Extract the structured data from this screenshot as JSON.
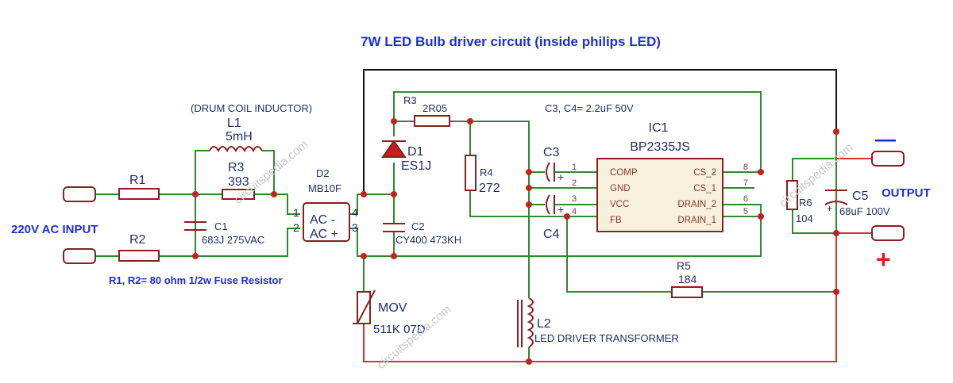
{
  "title": "7W LED Bulb driver circuit (inside philips LED)",
  "labels": {
    "input": "220V AC INPUT",
    "output": "OUTPUT",
    "fuse_note": "R1, R2= 80 ohm 1/2w Fuse Resistor",
    "cap_note": "C3, C4= 2.2uF 50V",
    "drum_note": "(DRUM COIL INDUCTOR)",
    "minus_sign": "—",
    "plus_sign": "+"
  },
  "components": {
    "R1": "R1",
    "R2": "R2",
    "L1": {
      "ref": "L1",
      "value": "5mH"
    },
    "R3a": {
      "ref": "R3",
      "value": "393"
    },
    "C1": {
      "ref": "C1",
      "value": "683J 275VAC"
    },
    "D2": {
      "ref": "D2",
      "value": "MB10F",
      "pin1": "1",
      "pin2": "2",
      "pin3": "3",
      "pin4": "4",
      "ac_minus": "AC  -",
      "ac_plus": "AC +"
    },
    "R3b": {
      "ref": "R3",
      "value": "2R05"
    },
    "D1": {
      "ref": "D1",
      "value": "ES1J"
    },
    "C2": {
      "ref": "C2",
      "value": "CY400 473KH"
    },
    "R4": {
      "ref": "R4",
      "value": "272"
    },
    "C3": {
      "ref": "C3",
      "plus": "+"
    },
    "C4": {
      "ref": "C4",
      "plus": "+"
    },
    "IC1": {
      "ref": "IC1",
      "value": "BP2335JS",
      "left_pins": [
        {
          "num": "1",
          "name": "COMP"
        },
        {
          "num": "2",
          "name": "GND"
        },
        {
          "num": "3",
          "name": "VCC"
        },
        {
          "num": "4",
          "name": "FB"
        }
      ],
      "right_pins": [
        {
          "num": "8",
          "name": "CS_2"
        },
        {
          "num": "7",
          "name": "CS_1"
        },
        {
          "num": "6",
          "name": "DRAIN_2"
        },
        {
          "num": "5",
          "name": "DRAIN_1"
        }
      ]
    },
    "R5": {
      "ref": "R5",
      "value": "184"
    },
    "R6": {
      "ref": "R6",
      "value": "104"
    },
    "C5": {
      "ref": "C5",
      "value": "68uF 100V",
      "plus": "+"
    },
    "MOV": {
      "ref": "MOV",
      "value": "511K 07D"
    },
    "L2": {
      "ref": "L2",
      "value": "LED DRIVER TRANSFORMER"
    }
  },
  "watermark": "circuitspedia.com",
  "colors": {
    "title_blue": "#1a2fd6",
    "wire_green": "#2f8a2f",
    "wire_red": "#d63333",
    "wire_black": "#111111",
    "component": "#8b1e1e"
  }
}
